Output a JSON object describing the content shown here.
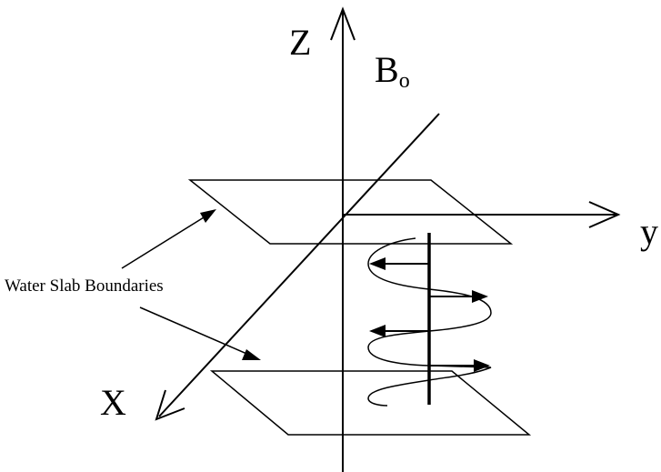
{
  "diagram": {
    "axes": {
      "z_label": "Z",
      "y_label": "y",
      "x_label": "X"
    },
    "field": {
      "main": "B",
      "subscript": "o"
    },
    "annotation": {
      "boundaries_label": "Water Slab Boundaries"
    },
    "colors": {
      "ink": "#000000",
      "background": "#ffffff"
    }
  }
}
